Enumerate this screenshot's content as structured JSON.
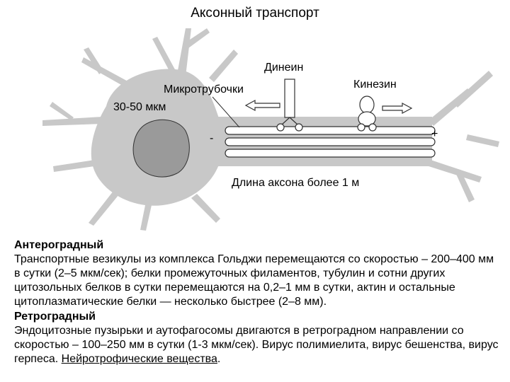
{
  "title": "Аксонный транспорт",
  "diagram": {
    "labels": {
      "dynein": "Динеин",
      "kinesin": "Кинезин",
      "microtubules": "Микротрубочки",
      "size": "30-50 мкм",
      "minus": "-",
      "plus": "+",
      "axon_length": "Длина аксона более 1 м"
    },
    "colors": {
      "cell": "#c8c8c8",
      "nucleus": "#9a9a9a",
      "outline": "#333333"
    }
  },
  "sections": {
    "antero_heading": "Антероградный",
    "antero_text": "Транспортные везикулы из комплекса Гольджи перемещаются со скоростью – 200–400 мм в сутки (2–5 мкм/сек); белки промежуточных филаментов, тубулин и сотни других цитозольных белков в сутки перемещаются на 0,2–1 мм в сутки, актин и остальные цитоплазматические белки — несколько быстрее (2–8 мм).",
    "retro_heading": "Ретроградный",
    "retro_text": "Эндоцитозные пузырьки и аутофагосомы двигаются в ретроградном направлении со скоростью – 100–250 мм в сутки (1-3 мкм/сек). Вирус полимиелита, вирус бешенства, вирус герпеса.",
    "retro_link": "Нейротрофические вещества",
    "retro_end": "."
  }
}
